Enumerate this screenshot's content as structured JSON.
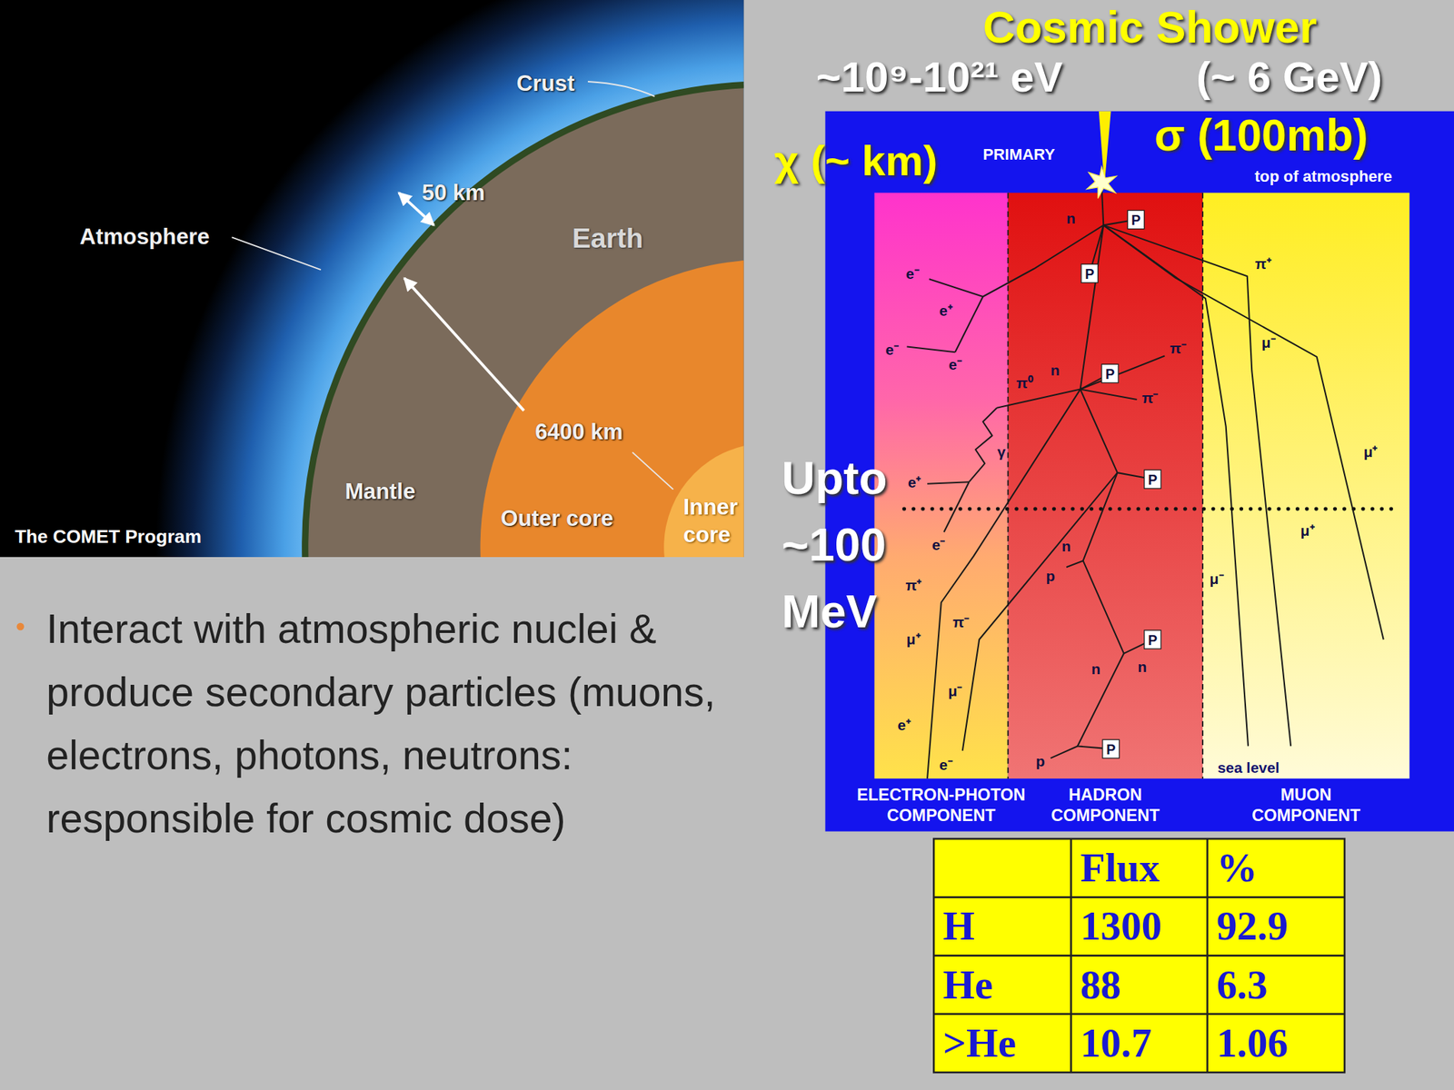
{
  "diagram": {
    "title": "Cosmic Shower",
    "nodes": [
      {
        "text": [
          "PRIMARY",
          "top of atmosphere"
        ]
      },
      {
        "text": [
          "ELECTRON-PHOTON COMPONENT"
        ],
        "in": 0
      },
      {
        "text": [
          "HADRON COMPONENT"
        ],
        "in": 0
      },
      {
        "text": [
          "sea level",
          "MUON COMPONENT"
        ],
        "in": 0
      }
    ],
    "labels": [
      "~10⁹-10²¹ eV",
      "(~ 6 GeV)",
      "χ (~ km)",
      "σ (100mb)",
      "Upto ~100 MeV",
      "P",
      "P",
      "P",
      "P",
      "P",
      "P",
      "p",
      "p",
      "n",
      "n",
      "n",
      "n",
      "n",
      "π⁺",
      "π⁻",
      "π⁻",
      "π⁰",
      "π⁺",
      "π⁻",
      "μ⁻",
      "μ⁺",
      "μ⁺",
      "μ⁻",
      "μ⁺",
      "μ⁻",
      "e⁻",
      "e⁺",
      "e⁻",
      "e⁻",
      "γ",
      "e⁺",
      "e⁻",
      "e⁺",
      "e⁻",
      "Flux",
      "%",
      "H",
      "1300",
      "92.9",
      "He",
      "88",
      "6.3",
      ">He",
      "10.7",
      "1.06",
      "Crust",
      "50 km",
      "Atmosphere",
      "Earth",
      "6400 km",
      "Mantle",
      "Outer core",
      "Inner core",
      "The COMET Program",
      "Interact with atmospheric nuclei & produce secondary particles (muons, electrons, photons, neutrons: responsible for cosmic dose)"
    ]
  }
}
